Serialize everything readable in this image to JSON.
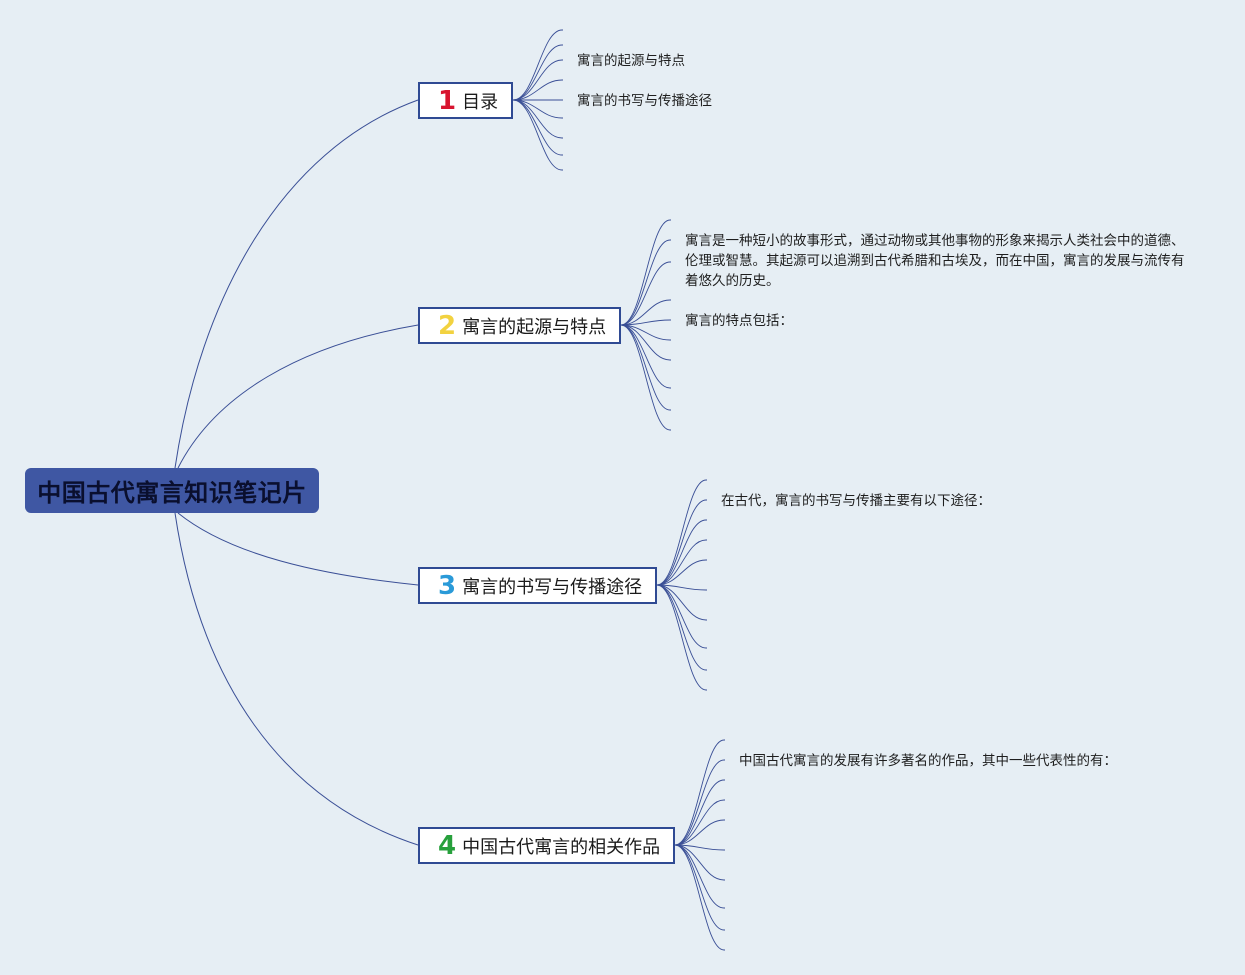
{
  "root": {
    "title": "中国古代寓言知识笔记片"
  },
  "topics": [
    {
      "number": "1",
      "color": "#d8142f",
      "label": "目录"
    },
    {
      "number": "2",
      "color": "#f2d240",
      "label": "寓言的起源与特点"
    },
    {
      "number": "3",
      "color": "#2a9ad8",
      "label": "寓言的书写与传播途径"
    },
    {
      "number": "4",
      "color": "#27a03c",
      "label": "中国古代寓言的相关作品"
    }
  ],
  "leaves": {
    "toc_1": "寓言的起源与特点",
    "toc_2": "寓言的书写与传播途径",
    "origin_desc": "寓言是一种短小的故事形式，通过动物或其他事物的形象来揭示人类社会中的道德、伦理或智慧。其起源可以追溯到古代希腊和古埃及，而在中国，寓言的发展与流传有着悠久的历史。",
    "origin_features": "寓言的特点包括：",
    "spread_intro": "在古代，寓言的书写与传播主要有以下途径：",
    "works_intro": "中国古代寓言的发展有许多著名的作品，其中一些代表性的有："
  },
  "colors": {
    "line": "#3a4f96",
    "background": "#e6eef4",
    "root_fill": "#3f57a3"
  }
}
